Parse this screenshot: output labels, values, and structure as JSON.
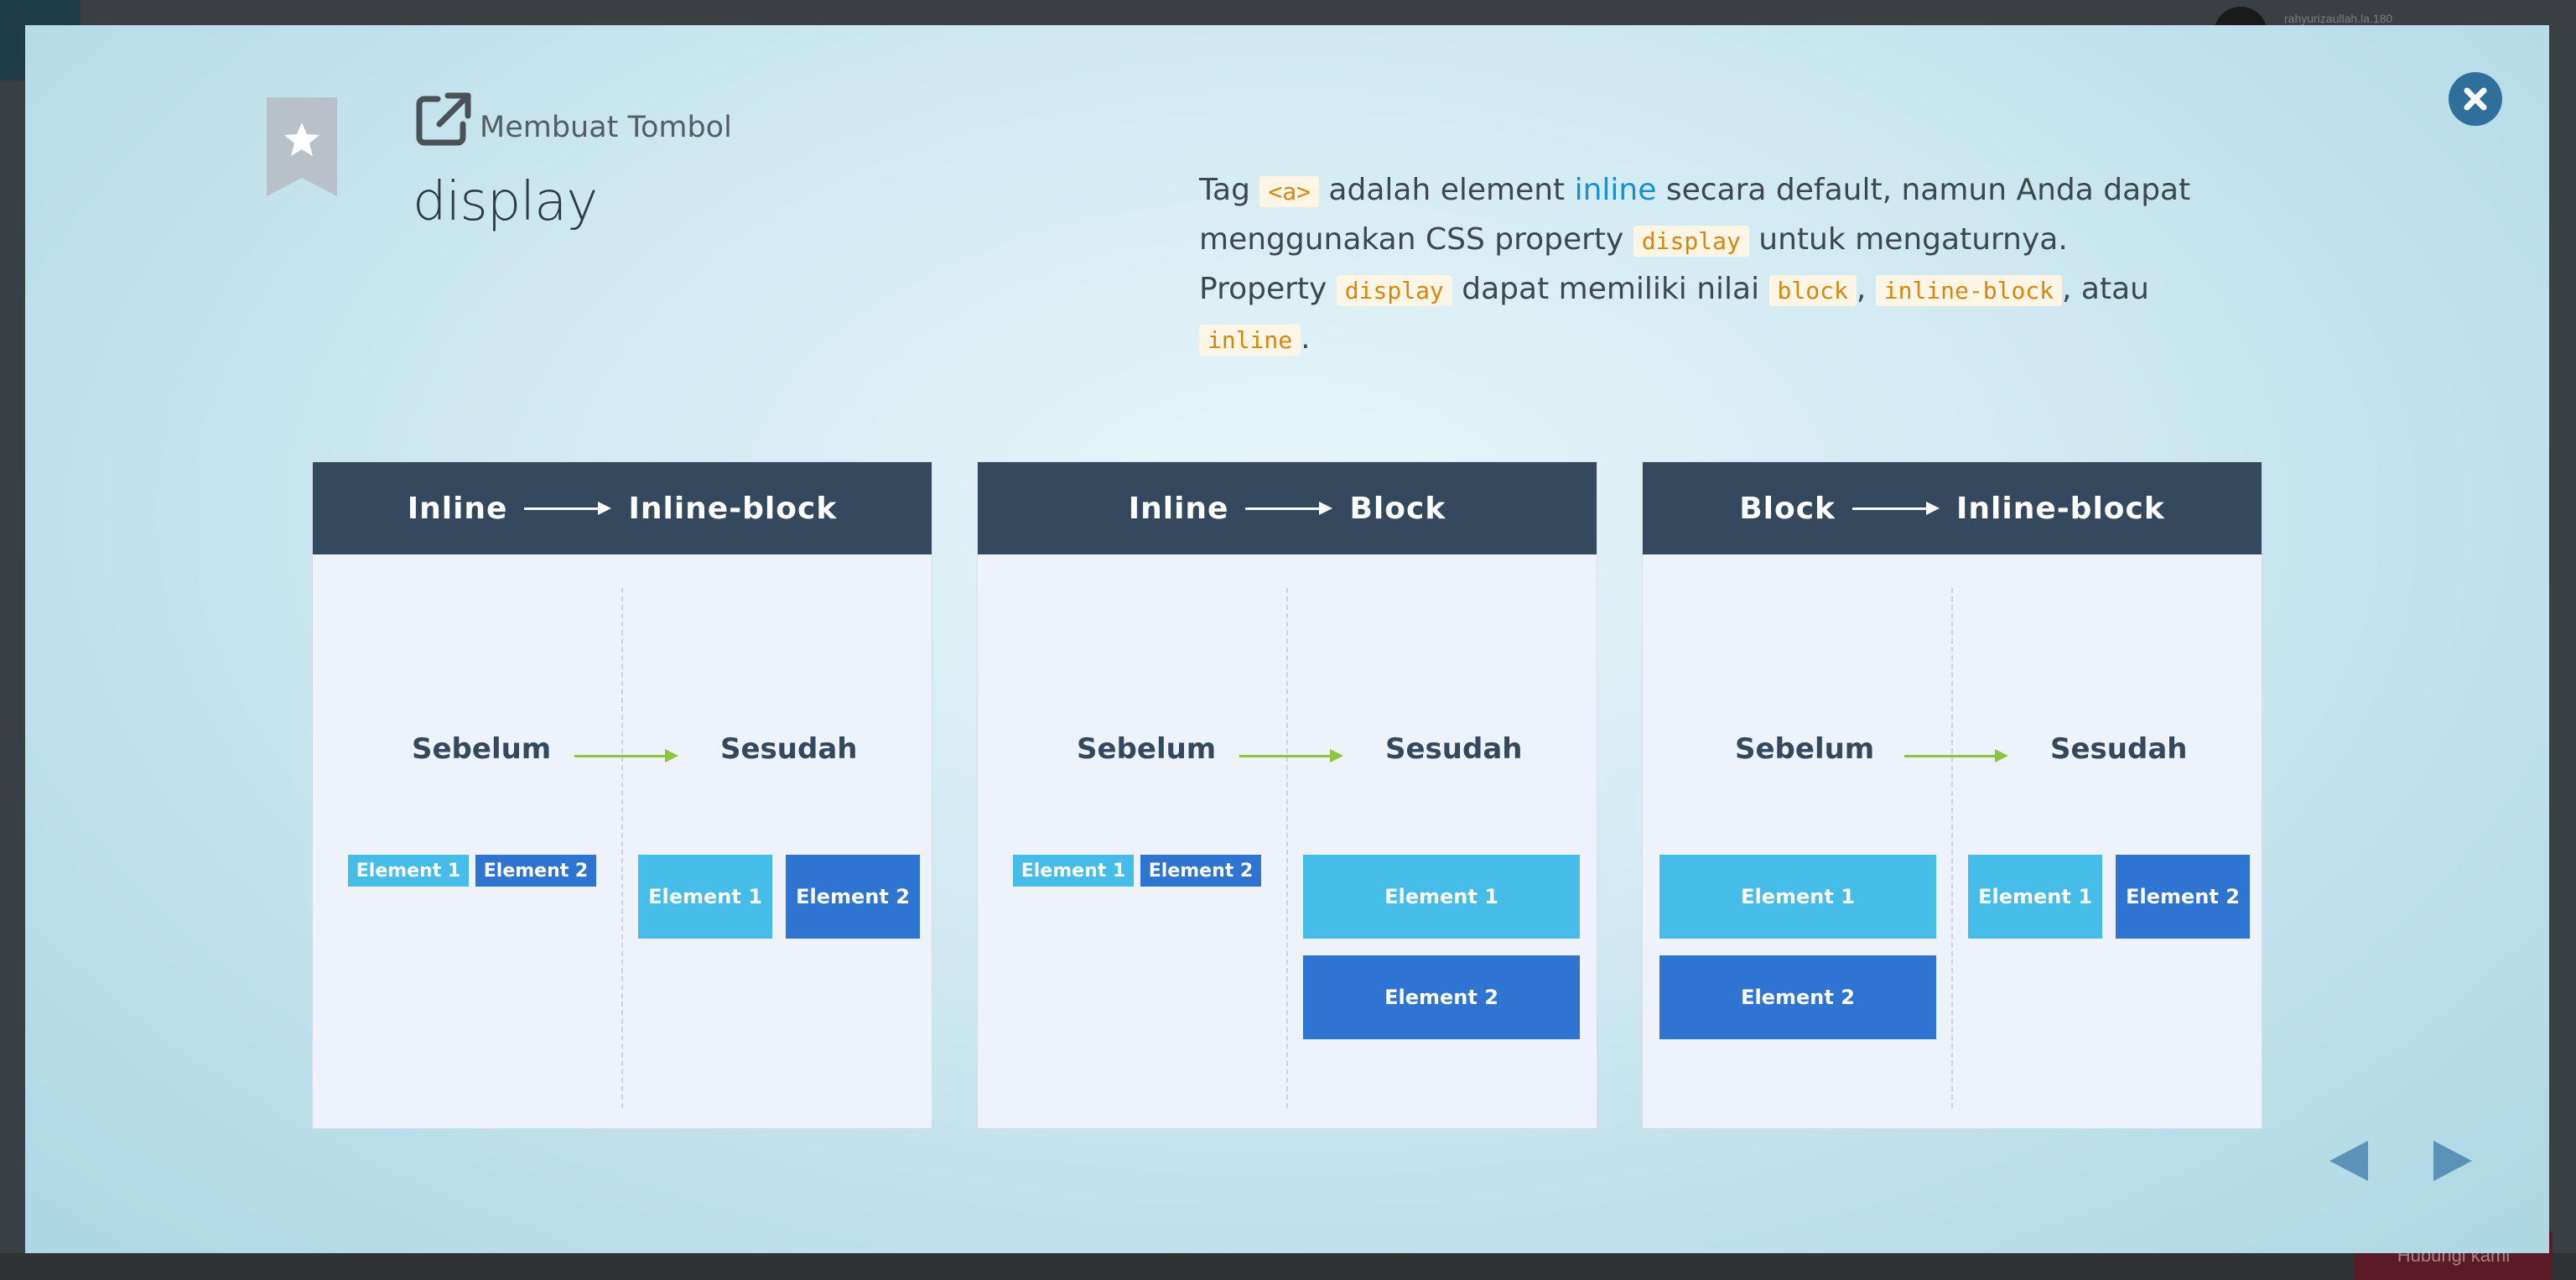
{
  "backdrop": {
    "user_label": "rahyurizaullah.la.180",
    "bottom_button": "Hubungi kami"
  },
  "modal": {
    "lesson_title": "Membuat Tombol",
    "topic_title": "display",
    "description": {
      "t1": "Tag ",
      "c1": "<a>",
      "t2": " adalah element ",
      "kw": "inline",
      "t3": " secara default, namun Anda dapat menggunakan CSS property ",
      "c2": "display",
      "t4": " untuk mengaturnya.",
      "t5": "Property ",
      "c3": "display",
      "t6": " dapat memiliki nilai ",
      "c4": "block",
      "t7": ", ",
      "c5": "inline-block",
      "t8": ", atau ",
      "c6": "inline",
      "t9": "."
    },
    "panels": [
      {
        "from": "Inline",
        "to": "Inline-block",
        "before": "Sebelum",
        "after": "Sesudah",
        "el1": "Element 1",
        "el2": "Element 2"
      },
      {
        "from": "Inline",
        "to": "Block",
        "before": "Sebelum",
        "after": "Sesudah",
        "el1": "Element 1",
        "el2": "Element 2"
      },
      {
        "from": "Block",
        "to": "Inline-block",
        "before": "Sebelum",
        "after": "Sesudah",
        "el1": "Element 1",
        "el2": "Element 2"
      }
    ]
  },
  "icons": {
    "bookmark": "bookmark-star-icon",
    "open": "external-link-icon",
    "close": "close-icon",
    "prev": "arrow-left-icon",
    "next": "arrow-right-icon"
  },
  "colors": {
    "panel_header": "#34495e",
    "element_light": "#45bde8",
    "element_dark": "#2f74d0",
    "arrow_green": "#8cc63f",
    "code_text": "#d9860c",
    "keyword": "#1b8fd6"
  }
}
